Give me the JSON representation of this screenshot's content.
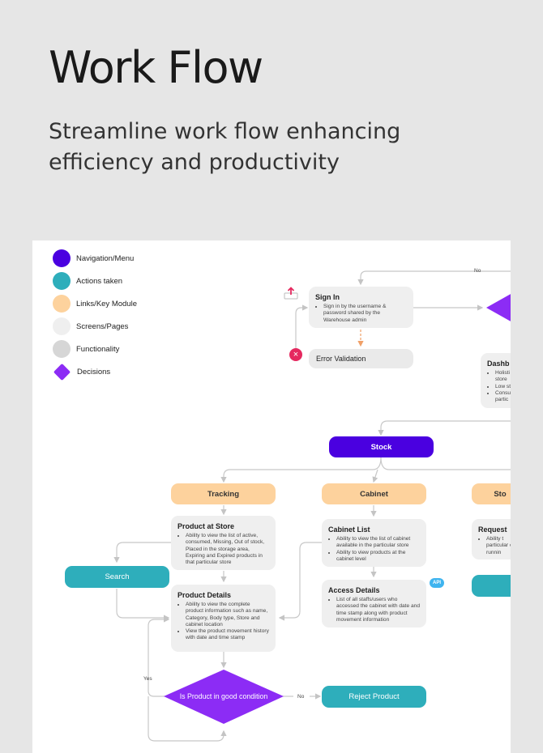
{
  "header": {
    "title": "Work Flow",
    "subtitle": "Streamline work flow enhancing efficiency and productivity"
  },
  "colors": {
    "navigation": "#4a00e0",
    "action": "#2eaebb",
    "link": "#fdd29d",
    "screen": "#efefef",
    "functionality": "#d6d6d6",
    "decision": "#8c2cf5",
    "error": "#e5295f",
    "api": "#3fb4ef"
  },
  "legend": [
    {
      "label": "Navigation/Menu"
    },
    {
      "label": "Actions taken"
    },
    {
      "label": "Links/Key Module"
    },
    {
      "label": "Screens/Pages"
    },
    {
      "label": "Functionality"
    },
    {
      "label": "Decisions"
    }
  ],
  "flow": {
    "no_top": "No",
    "sign_in": {
      "title": "Sign In",
      "bullets": [
        "Sign in by the username & password shared by the Warehouse admin"
      ]
    },
    "error_validation": "Error Validation",
    "dashboard": {
      "title": "Dashb",
      "bullets": [
        "Holisti store",
        "Low st",
        "Consu partic"
      ]
    },
    "stock": "Stock",
    "tracking": "Tracking",
    "cabinet": "Cabinet",
    "store_cut": "Sto",
    "product_at_store": {
      "title": "Product at Store",
      "bullets": [
        "Ability to view the list of active, consumed, Missing, Out of stock, Placed in the storage area, Expiring and Expired products in that particular store"
      ]
    },
    "cabinet_list": {
      "title": "Cabinet List",
      "bullets": [
        "Ability to view the list of cabinet available in the particular store",
        "Ability to view products at the cabinet level"
      ]
    },
    "request": {
      "title": "Request",
      "bullets": [
        "Ability t particular or runnin"
      ]
    },
    "search": "Search",
    "product_details": {
      "title": "Product Details",
      "bullets": [
        "Ability to view the complete product information such as name, Category, Body type, Store and cabinet location",
        "View the product movement history with date and time stamp"
      ]
    },
    "access_details": {
      "title": "Access Details",
      "bullets": [
        "List of all staffs/users who accessed the cabinet with date and time stamp along with product movement information"
      ]
    },
    "api_badge": "API",
    "decision": "Is Product in good condition",
    "yes": "Yes",
    "no": "No",
    "reject_product": "Reject Product"
  }
}
